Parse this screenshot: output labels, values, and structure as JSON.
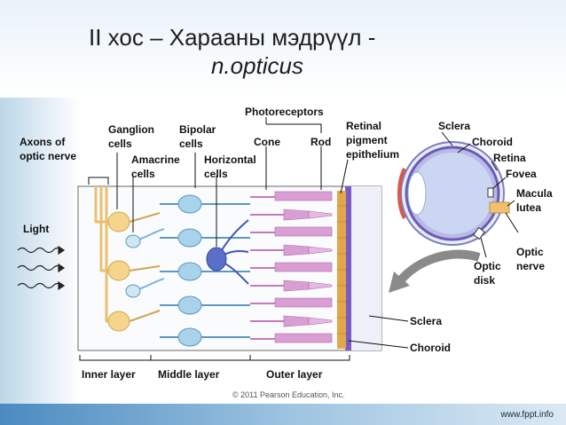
{
  "title": {
    "line1": "II хос – Харааны мэдрүүл -",
    "line2": "n.opticus"
  },
  "labels": {
    "axons1": "Axons of",
    "axons2": "optic nerve",
    "ganglion1": "Ganglion",
    "ganglion2": "cells",
    "bipolar1": "Bipolar",
    "bipolar2": "cells",
    "amacrine1": "Amacrine",
    "amacrine2": "cells",
    "horizontal1": "Horizontal",
    "horizontal2": "cells",
    "photoreceptors": "Photoreceptors",
    "cone": "Cone",
    "rod": "Rod",
    "rpe1": "Retinal",
    "rpe2": "pigment",
    "rpe3": "epithelium",
    "light": "Light",
    "sclera_eye": "Sclera",
    "choroid_eye": "Choroid",
    "retina": "Retina",
    "fovea": "Fovea",
    "macula1": "Macula",
    "macula2": "lutea",
    "optic_nerve1": "Optic",
    "optic_nerve2": "nerve",
    "optic_disk1": "Optic",
    "optic_disk2": "disk",
    "sclera": "Sclera",
    "choroid": "Choroid",
    "inner_layer": "Inner layer",
    "middle_layer": "Middle layer",
    "outer_layer": "Outer layer"
  },
  "copyright": "© 2011 Pearson Education, Inc.",
  "footer": "www.fppt.info",
  "colors": {
    "ganglion": "#f5d58c",
    "bipolar": "#a9d3ea",
    "horizontal": "#5a6fc7",
    "rod": "#d99fd4",
    "rpe": "#e0a84a",
    "choroid": "#7a5bc4",
    "sclera": "#eef0f9"
  }
}
